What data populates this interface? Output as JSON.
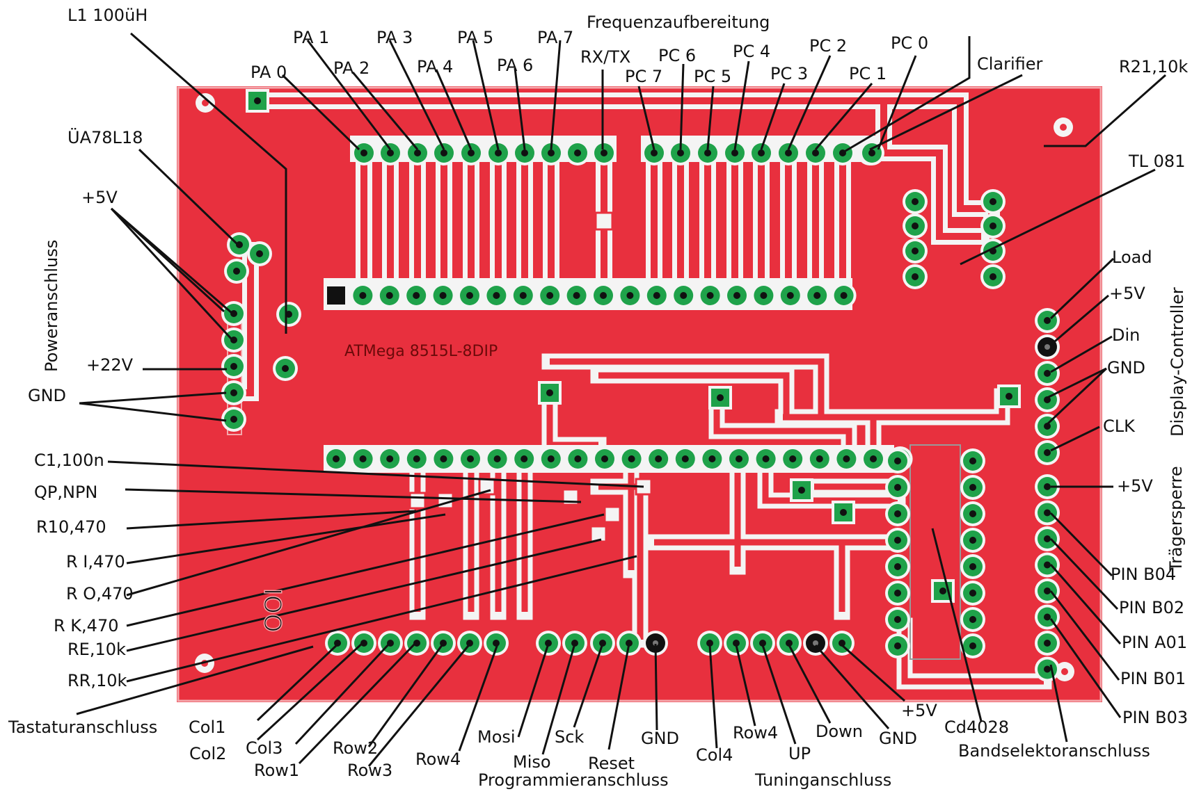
{
  "board": {
    "color": "#e8303e",
    "trace_color": "#f0f0f0",
    "pad_color": "#1fa24a",
    "ic_caption": "ATMega 8515L-8DIP",
    "silk_text": "IOO"
  },
  "labels": {
    "frequenz": "Frequenzaufbereitung",
    "l1": "L1 100üH",
    "ua78": "ÜA78L18",
    "plus5v_power": "+5V",
    "poweranschluss": "Poweranschluss",
    "plus22v": "+22V",
    "gnd_power": "GND",
    "c1": "C1,100n",
    "qp": "QP,NPN",
    "r10": "R10,470",
    "ri": "R I,470",
    "ro": "R O,470",
    "rk": "R K,470",
    "re": "RE,10k",
    "rr": "RR,10k",
    "tastatur": "Tastaturanschluss",
    "pa0": "PA 0",
    "pa1": "PA 1",
    "pa2": "PA 2",
    "pa3": "PA 3",
    "pa4": "PA 4",
    "pa5": "PA 5",
    "pa6": "PA 6",
    "pa7": "PA 7",
    "rxtx": "RX/TX",
    "pc7": "PC 7",
    "pc6": "PC 6",
    "pc5": "PC 5",
    "pc4": "PC 4",
    "pc3": "PC 3",
    "pc2": "PC 2",
    "pc1": "PC 1",
    "pc0": "PC 0",
    "clarifier": "Clarifier",
    "r21": "R21,10k",
    "tl081": "TL 081",
    "load": "Load",
    "plus5v_disp": "+5V",
    "din": "Din",
    "gnd_disp": "GND",
    "clk": "CLK",
    "display_controller": "Display-Controller",
    "plus5v_traeger": "+5V",
    "traegersperre": "Trägersperre",
    "pinb04": "PIN B04",
    "pinb02": "PIN B02",
    "pina01": "PIN A01",
    "pinb01": "PIN B01",
    "pinb03": "PIN B03",
    "bandsel": "Bandselektoranschluss",
    "cd4028": "Cd4028",
    "plus5v_tuning": "+5V",
    "gnd_tuning": "GND",
    "down": "Down",
    "up": "UP",
    "row4_tuning": "Row4",
    "col4": "Col4",
    "tuninganschluss": "Tuninganschluss",
    "gnd_prog": "GND",
    "reset": "Reset",
    "sck": "Sck",
    "miso": "Miso",
    "mosi": "Mosi",
    "programmier": "Programmieranschluss",
    "row4": "Row4",
    "row3": "Row3",
    "row2": "Row2",
    "row1": "Row1",
    "col3": "Col3",
    "col2": "Col2",
    "col1": "Col1"
  }
}
